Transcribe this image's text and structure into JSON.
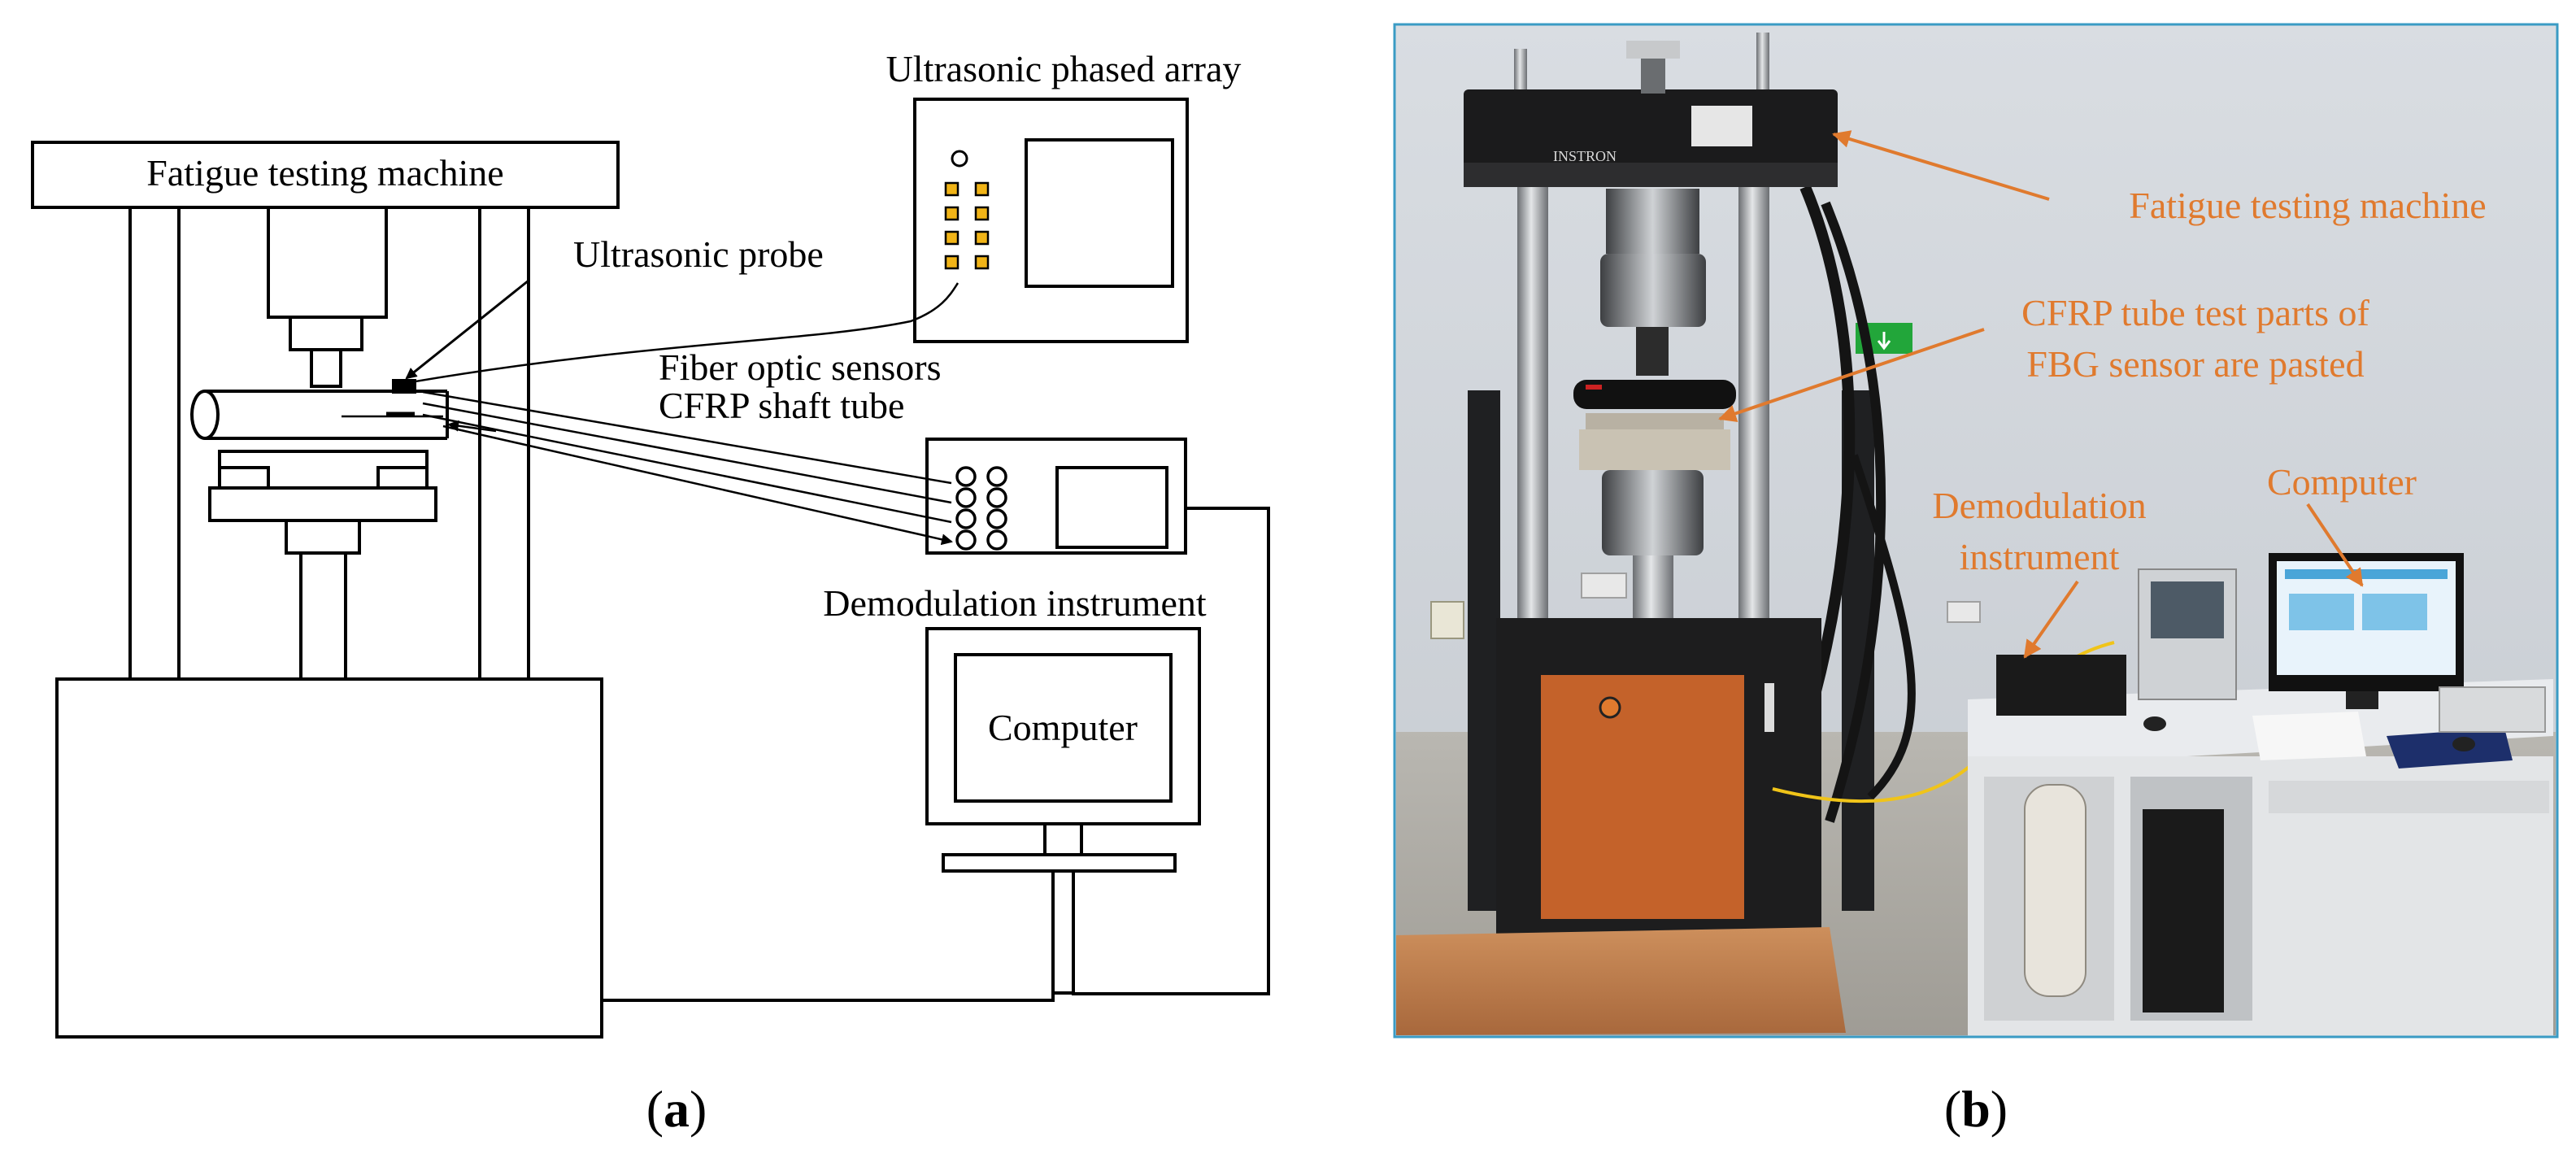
{
  "panel_a": {
    "caption_open": "(",
    "caption_letter": "a",
    "caption_close": ")",
    "labels": {
      "fatigue_machine": "Fatigue testing machine",
      "phased_array": "Ultrasonic phased array",
      "ultrasonic_probe": "Ultrasonic probe",
      "fiber_sensors": "Fiber optic sensors",
      "shaft_tube": "CFRP shaft tube",
      "demodulation": "Demodulation instrument",
      "computer": "Computer"
    }
  },
  "panel_b": {
    "caption_open": "(",
    "caption_letter": "b",
    "caption_close": ")",
    "annotations": {
      "fatigue_machine": "Fatigue testing machine",
      "test_parts_line1": "CFRP tube test parts of",
      "test_parts_line2": "FBG sensor are pasted",
      "demodulation_line1": "Demodulation",
      "demodulation_line2": "instrument",
      "computer": "Computer"
    },
    "machine_brand": "INSTRON",
    "annotation_color": "#e07a2e"
  }
}
